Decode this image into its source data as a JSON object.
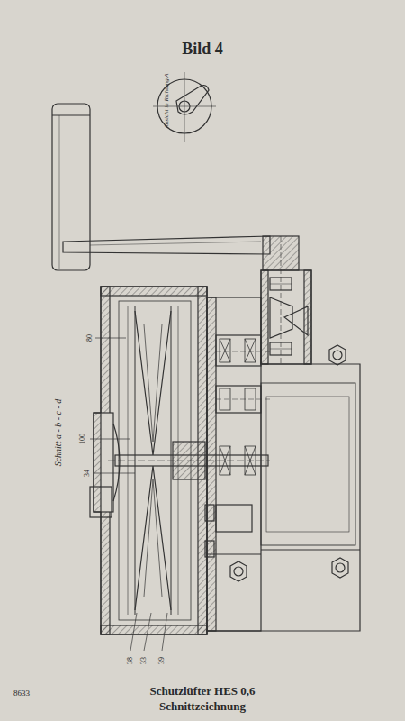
{
  "diagram": {
    "title": "Bild 4",
    "caption": "Schutzlüfter HES 0,6 Schnittzeichnung",
    "labels": [
      "Ansicht in Richtung A",
      "Schnitt a - b - c - d",
      "80",
      "100",
      "34",
      "38",
      "33",
      "39",
      "8633"
    ]
  }
}
